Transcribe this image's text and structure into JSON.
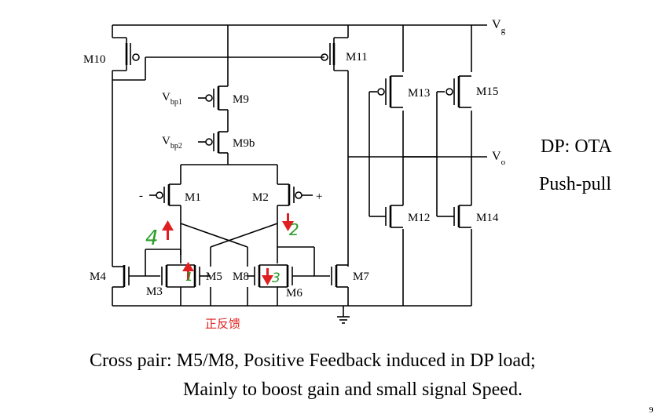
{
  "rails": {
    "vg": "V",
    "vg_sub": "g",
    "vo": "V",
    "vo_sub": "o"
  },
  "bias": {
    "vbp1": "V",
    "vbp1_sub": "bp1",
    "vbp2": "V",
    "vbp2_sub": "bp2"
  },
  "transistors": {
    "m10": "M10",
    "m11": "M11",
    "m9": "M9",
    "m9b": "M9b",
    "m1": "M1",
    "m2": "M2",
    "m13": "M13",
    "m15": "M15",
    "m12": "M12",
    "m14": "M14",
    "m4": "M4",
    "m3": "M3",
    "m5": "M5",
    "m8": "M8",
    "m6": "M6",
    "m7": "M7"
  },
  "inputs": {
    "minus": "-",
    "plus": "+"
  },
  "side_labels": {
    "dp": "DP: OTA",
    "push_pull": "Push-pull"
  },
  "annotations": {
    "n4": "4",
    "n2": "2",
    "n1": "1",
    "n3": "3",
    "positive_feedback_zh": "正反馈",
    "corner_mark": "9"
  },
  "caption": {
    "line1": "Cross pair: M5/M8, Positive Feedback induced in DP load;",
    "line2": "Mainly to boost gain and small signal Speed."
  },
  "colors": {
    "arrow": "#e02020",
    "handwriting": "#2a9d2a",
    "wire": "#000000"
  }
}
